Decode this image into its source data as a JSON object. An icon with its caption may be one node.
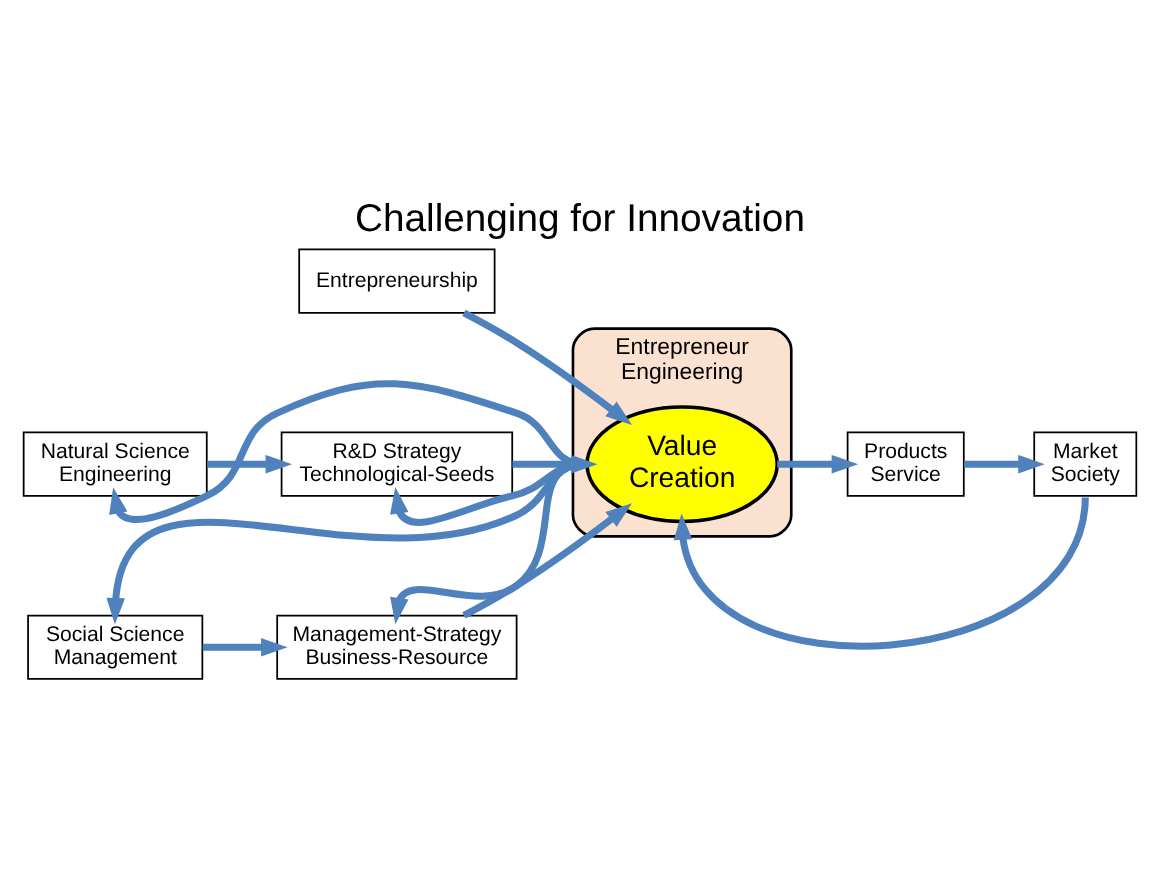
{
  "diagram": {
    "title": "Challenging for Innovation",
    "nodes": [
      {
        "text": [
          "Entrepreneurship"
        ]
      },
      {
        "text": [
          "Entrepreneur Engineering"
        ]
      },
      {
        "text": [
          "Natural Science Engineering"
        ]
      },
      {
        "text": [
          "R&D Strategy Technological-Seeds"
        ]
      },
      {
        "text": [
          "Value Creation"
        ],
        "in": 1
      },
      {
        "text": [
          "Products Service"
        ]
      },
      {
        "text": [
          "Market Society"
        ]
      },
      {
        "text": [
          "Social Science Management"
        ]
      },
      {
        "text": [
          "Management-Strategy Business-Resource"
        ]
      }
    ],
    "edges": [
      {
        "from": 0,
        "to": 4,
        "arrow": "to"
      },
      {
        "from": 2,
        "to": 3,
        "arrow": "to"
      },
      {
        "from": 7,
        "to": 8,
        "arrow": "to"
      },
      {
        "from": 3,
        "to": 4,
        "arrow": "to"
      },
      {
        "from": 8,
        "to": 4,
        "arrow": "to"
      },
      {
        "from": 4,
        "to": 2,
        "arrow": "to"
      },
      {
        "from": 4,
        "to": 3,
        "arrow": "to"
      },
      {
        "from": 4,
        "to": 7,
        "arrow": "to"
      },
      {
        "from": 4,
        "to": 8,
        "arrow": "to"
      },
      {
        "from": 4,
        "to": 5,
        "arrow": "to"
      },
      {
        "from": 5,
        "to": 6,
        "arrow": "to"
      },
      {
        "from": 6,
        "to": 4,
        "arrow": "to"
      }
    ]
  }
}
